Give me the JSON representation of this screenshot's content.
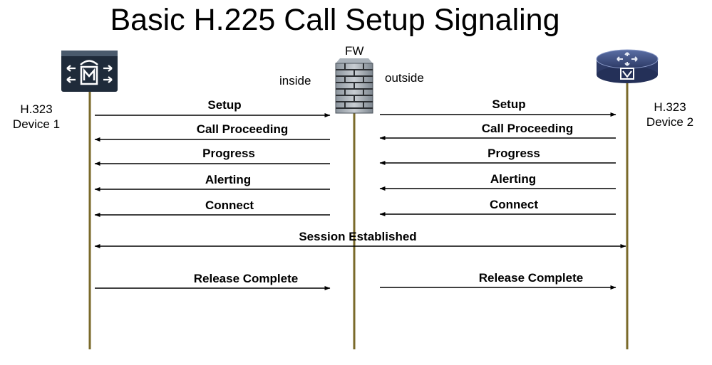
{
  "title": "Basic H.225 Call Setup Signaling",
  "colors": {
    "lifeline": "#7a6a2a",
    "arrow": "#000000",
    "device_dark": "#2b3a4c",
    "router_blue": "#3c4c7a",
    "firewall": "#5a6570"
  },
  "nodes": {
    "device1": {
      "label_line1": "H.323",
      "label_line2": "Device 1",
      "icon": "mcu-switch-icon"
    },
    "firewall": {
      "label": "FW",
      "icon": "firewall-icon",
      "inside_label": "inside",
      "outside_label": "outside"
    },
    "device2": {
      "label_line1": "H.323",
      "label_line2": "Device 2",
      "icon": "voice-router-icon"
    }
  },
  "messages": [
    {
      "id": "setup-left",
      "label": "Setup",
      "from": "device1",
      "to": "firewall"
    },
    {
      "id": "setup-right",
      "label": "Setup",
      "from": "firewall",
      "to": "device2"
    },
    {
      "id": "callproc-left",
      "label": "Call Proceeding",
      "from": "firewall",
      "to": "device1"
    },
    {
      "id": "callproc-right",
      "label": "Call Proceeding",
      "from": "device2",
      "to": "firewall"
    },
    {
      "id": "progress-left",
      "label": "Progress",
      "from": "firewall",
      "to": "device1"
    },
    {
      "id": "progress-right",
      "label": "Progress",
      "from": "device2",
      "to": "firewall"
    },
    {
      "id": "alerting-left",
      "label": "Alerting",
      "from": "firewall",
      "to": "device1"
    },
    {
      "id": "alerting-right",
      "label": "Alerting",
      "from": "device2",
      "to": "firewall"
    },
    {
      "id": "connect-left",
      "label": "Connect",
      "from": "firewall",
      "to": "device1"
    },
    {
      "id": "connect-right",
      "label": "Connect",
      "from": "device2",
      "to": "firewall"
    },
    {
      "id": "session",
      "label": "Session Established",
      "from": "device1",
      "to": "device2",
      "bidirectional": true
    },
    {
      "id": "release-left",
      "label": "Release Complete",
      "from": "device1",
      "to": "firewall"
    },
    {
      "id": "release-right",
      "label": "Release Complete",
      "from": "firewall",
      "to": "device2"
    }
  ]
}
